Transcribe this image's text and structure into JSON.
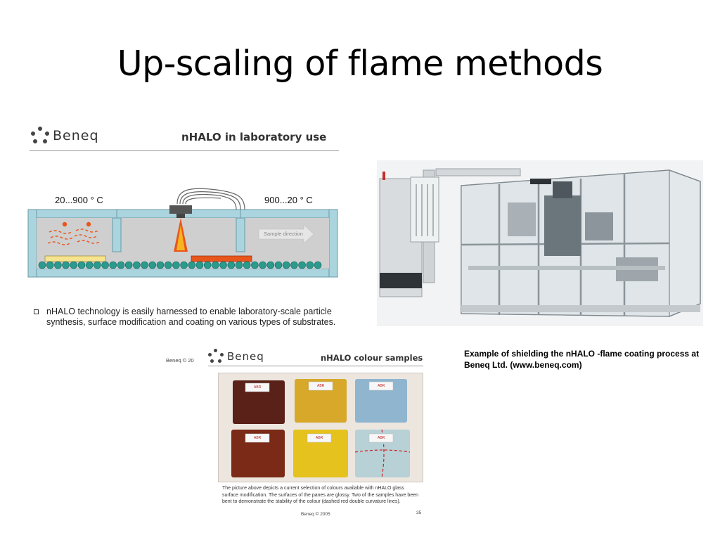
{
  "slide": {
    "title": "Up-scaling of flame methods"
  },
  "lab_panel": {
    "logo_text": "Beneq",
    "heading": "nHALO in laboratory use",
    "temp_left": "20...900 ° C",
    "temp_right": "900...20 ° C",
    "sample_direction": "Sample direction",
    "bullet": "nHALO technology is easily harnessed to enable laboratory-scale particle synthesis, surface modification and coating on various types of substrates."
  },
  "caption": {
    "text": "Example of shielding the nHALO -flame coating process at Beneq  Ltd. (www.beneq.com)"
  },
  "colour_panel": {
    "copyright_left": "Beneq © 20",
    "logo_text": "Beneq",
    "heading": "nHALO colour samples",
    "pane_label": "ABR",
    "description": "The picture above depicts a current selection of colours available with nHALO glass surface modification. The surfaces of the panes are glossy. Two of the samples have been bent to demonstrate the stability of the colour (dashed red double curvature lines).",
    "copyright_bottom": "Beneq © 2005",
    "page_number": "35"
  },
  "colors": {
    "frame": "#aad4de",
    "chamber": "#cfcfcf",
    "flame": "#e8561c",
    "rollers": "#2a9a8e"
  }
}
